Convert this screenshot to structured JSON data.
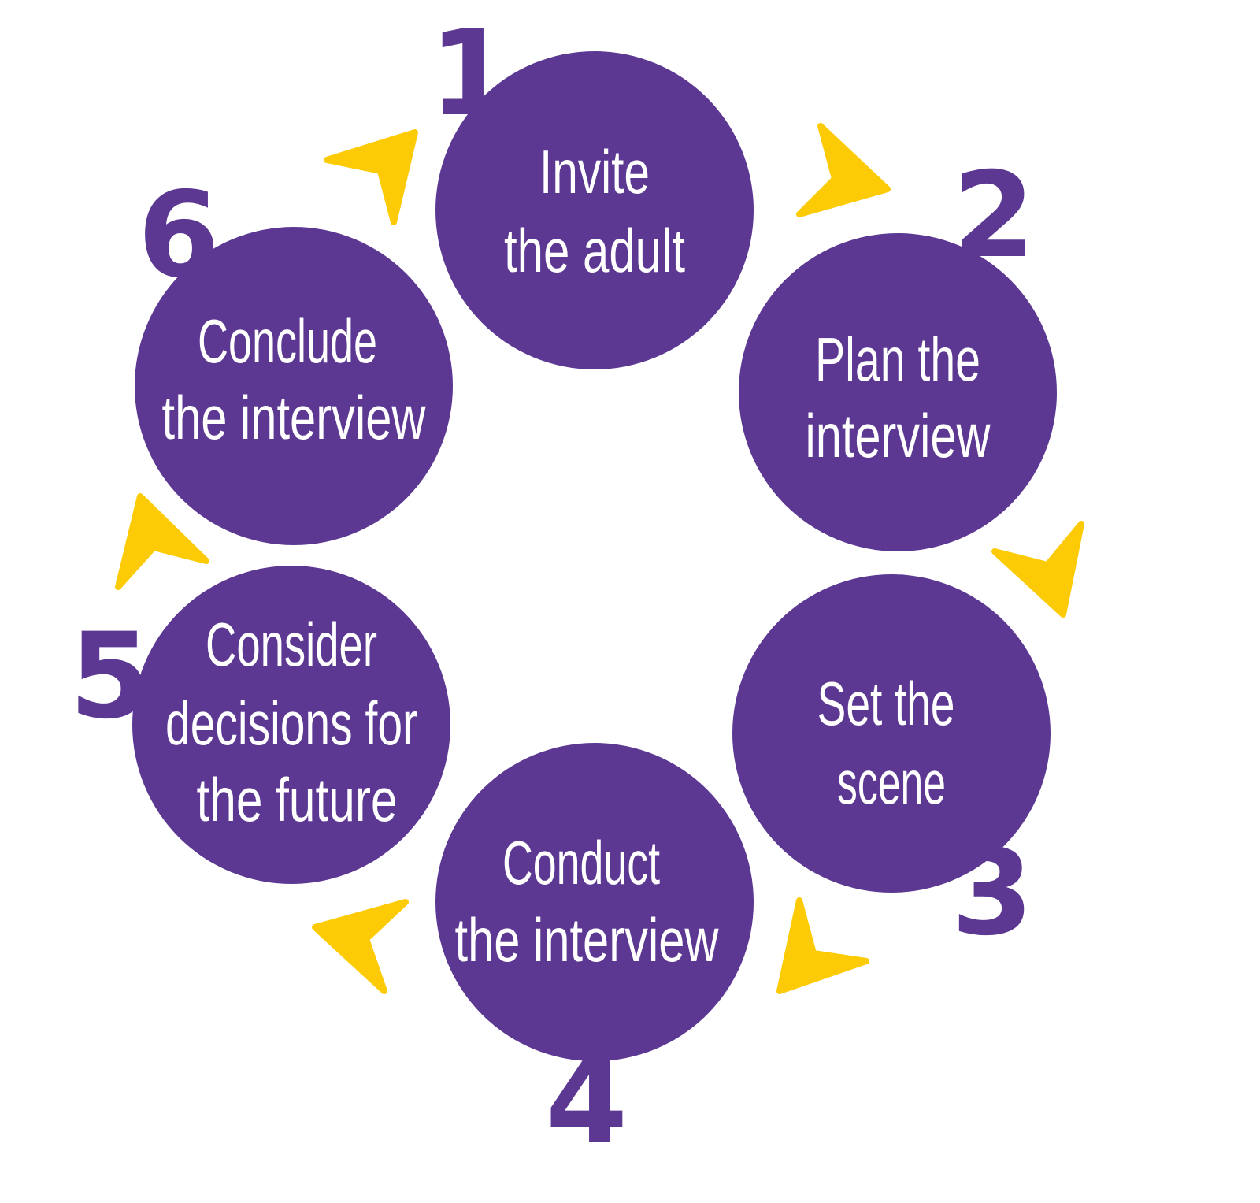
{
  "colors": {
    "circle": "#5c3893",
    "arrow": "#fccb05",
    "label": "#ffffff"
  },
  "steps": [
    {
      "number": "1",
      "lines": [
        "Invite",
        "the adult"
      ]
    },
    {
      "number": "2",
      "lines": [
        "Plan the",
        "interview"
      ]
    },
    {
      "number": "3",
      "lines": [
        "Set the",
        "scene"
      ]
    },
    {
      "number": "4",
      "lines": [
        "Conduct",
        "the interview"
      ]
    },
    {
      "number": "5",
      "lines": [
        "Consider",
        "decisions for",
        "the future"
      ]
    },
    {
      "number": "6",
      "lines": [
        "Conclude",
        "the interview"
      ]
    }
  ]
}
